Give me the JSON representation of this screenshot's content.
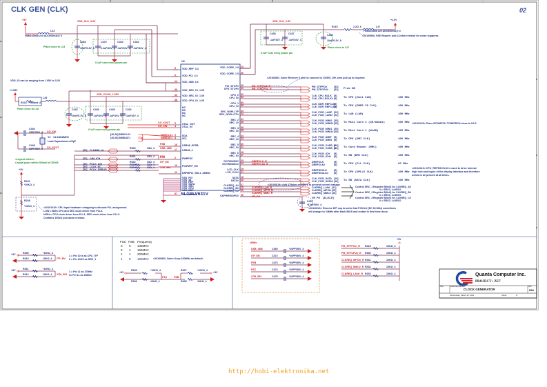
{
  "sheet": {
    "title": "CLK GEN (CLK)",
    "page_number": "02",
    "watermark_url": "http://hobi-elektronika.net"
  },
  "chip": {
    "ref": "U5",
    "part": "SLG8LV631V",
    "left_pins": [
      {
        "num": "5",
        "name": "VDD_REF_3.3"
      },
      {
        "num": "6",
        "name": "VDD_PCI_3.3"
      },
      {
        "num": "14",
        "name": "VDD_48M_3.3"
      },
      {
        "num": "36",
        "name": "VDD_SRC_IO_1.05"
      },
      {
        "num": "30",
        "name": "VDD_SRC_IO_1.05"
      },
      {
        "num": "48",
        "name": "VDD_CPU_IO_1.05"
      },
      {
        "num": "",
        "name": "NC"
      },
      {
        "num": "",
        "name": "NC"
      },
      {
        "num": "",
        "name": "NC"
      },
      {
        "num": "",
        "name": "NC"
      },
      {
        "num": "3",
        "name": "XTAL_OUT"
      },
      {
        "num": "4",
        "name": "XTAL_IN"
      },
      {
        "num": "9",
        "name": "SDA"
      },
      {
        "num": "8",
        "name": "SCL"
      },
      {
        "num": "16",
        "name": "USB48_GFSB"
      },
      {
        "num": "17",
        "name": "USB48_2"
      },
      {
        "num": "2",
        "name": "PWRFSC"
      },
      {
        "num": "10",
        "name": "PCIFMTP_EN"
      },
      {
        "num": "11",
        "name": "DRFMPCI_SEL1_25MHz"
      },
      {
        "num": "",
        "name": "VSS_PCI"
      },
      {
        "num": "",
        "name": "VSS_48"
      },
      {
        "num": "",
        "name": "VSS_REF"
      },
      {
        "num": "",
        "name": "VSS_SATA"
      },
      {
        "num": "",
        "name": "VSS_SRC"
      },
      {
        "num": "",
        "name": "VSS_CPU"
      },
      {
        "num": "",
        "name": "VSS_DSP"
      },
      {
        "num": "57",
        "name": "Thermal Pad"
      }
    ],
    "right_pins": [
      {
        "num": "23",
        "name": "VDD_CORE_1.5"
      },
      {
        "num": "46",
        "name": "VDD_CORE_1.5"
      },
      {
        "num": "39",
        "name": "PCI_STOP#"
      },
      {
        "num": "41",
        "name": "CPU_STOP#"
      },
      {
        "num": "52",
        "name": "CPU_0"
      },
      {
        "num": "53",
        "name": "CPU_0#"
      },
      {
        "num": "50",
        "name": "CPU_1"
      },
      {
        "num": "49",
        "name": "CPU_1#"
      },
      {
        "num": "43",
        "name": "SRC_NOPLLTP"
      },
      {
        "num": "44",
        "name": "SRC_NOPLLTP#"
      },
      {
        "num": "41",
        "name": "SRC_2"
      },
      {
        "num": "40",
        "name": "SRC_2#"
      },
      {
        "num": "38",
        "name": "SRC_3"
      },
      {
        "num": "35",
        "name": "SRC_3#"
      },
      {
        "num": "34",
        "name": "SRC_4"
      },
      {
        "num": "33",
        "name": "SRC_4#"
      },
      {
        "num": "30",
        "name": "SRC_5"
      },
      {
        "num": "31",
        "name": "SRC_5#"
      },
      {
        "num": "28",
        "name": "SRC_6"
      },
      {
        "num": "27",
        "name": "SRC_6#"
      },
      {
        "num": "25",
        "name": "DOT96NSSC"
      },
      {
        "num": "24",
        "name": "DOT96NSSC#"
      },
      {
        "num": "19",
        "name": "LCD_CLK"
      },
      {
        "num": "21",
        "name": "LCD_CLK#"
      },
      {
        "num": "18",
        "name": "SATA"
      },
      {
        "num": "20",
        "name": "SATA#"
      },
      {
        "num": "47",
        "name": "CLKREQ_A#"
      },
      {
        "num": "15",
        "name": "CLKREQ_B#"
      },
      {
        "num": "26",
        "name": "CLKREQ_C#"
      },
      {
        "num": "56",
        "name": "CKPWRGD/PD#"
      }
    ]
  },
  "power": {
    "top_left_rail": "+3V",
    "top_left_inductor": "L23",
    "top_left_inductor_part": "FBM160808 220 ADC600mA@ 0",
    "net_vdd_clk_3v": "VDD_CLK_3.3V",
    "net_vdd_clk_15v": "VDD_CLK_1.5V",
    "net_vdd_clkio": "VDD_CLKIO_1.05V",
    "top_right_rail": "+1.5V",
    "top_right_inductor": "L27",
    "top_right_res": "R215",
    "top_right_res_val": "2.2Ω_6",
    "mid_left_rail": "+1.05V",
    "mid_left_res": "R224",
    "mid_left_res_val": "*Shlbed_6",
    "mid_left_inductor": "L28",
    "vdd_io_note": "VDD_IO can be ranging from 1.05V to 3.3V",
    "caps_top_left": [
      {
        "ref": "C466",
        "val": "10uF/6.3V_8"
      },
      {
        "ref": "C470",
        "val": "0.1uF/16V_4"
      },
      {
        "ref": "C464",
        "val": ".1uF/16V_4"
      },
      {
        "ref": "C462",
        "val": ".1uF/16V_4"
      }
    ],
    "caps_top_mid": [
      {
        "ref": "C438",
        "val": ".1uF/16V_4"
      },
      {
        "ref": "C437",
        "val": ".1uF/16V_4"
      }
    ],
    "cap_top_right": {
      "ref": "C439",
      "val": "10uF/6.3V_8"
    },
    "caps_mid_left": [
      {
        "ref": "C433",
        "val": "10uF/6.3V_8"
      },
      {
        "ref": "C436",
        "val": ".1uF/16V_4"
      },
      {
        "ref": "C435",
        "val": ".1uF/16V_4"
      },
      {
        "ref": "C432",
        "val": ".1uF/16V_4"
      }
    ],
    "place_close_l23": "Place close to L23",
    "place_close_l27": "Place close to L27",
    "place_close_l28": "Place close to L28",
    "near_every_power_pin": "0.1uF near every power pin"
  },
  "crystal": {
    "ref": "Y2",
    "value": "14.31818MHZ",
    "note": "Load Capacitance=20pF",
    "cap_top": {
      "ref": "C446",
      "val": "33PF/50V_4"
    },
    "cap_bottom": {
      "ref": "C448",
      "val": "33PF/50V_4"
    },
    "net_in": "CG_XIN",
    "net_out": "CG_XOUT",
    "layout_note_title": "<Layout notice>",
    "layout_note": "Crystal place within 500mil of CK505"
  },
  "smbus": {
    "lines": [
      {
        "page": "[40,28]",
        "net": "SMBCLK1"
      },
      {
        "page": "[40,28]",
        "net": "SMBDAT1"
      }
    ]
  },
  "left_inputs": [
    {
      "page": "[33]",
      "net": "CLK48M_sb",
      "res": "R300",
      "val": "33Ω_4",
      "chip_net": "USB_48M"
    },
    {
      "page": "[33]",
      "net": "14M_ICH",
      "res": "R301",
      "val": "33Ω_4",
      "chip_net": "FSC"
    },
    {
      "page": "[33]",
      "net": "PCLK_ICH",
      "res": "R302",
      "val": "33Ω_4",
      "chip_net": "ITP_EN"
    },
    {
      "page": "[33]",
      "net": "LCLK_EC",
      "res": "R303",
      "val": "33Ω_4",
      "chip_net": ""
    },
    {
      "page": "[33]",
      "net": "PCLK_DEBUG",
      "res": "R304",
      "val": "33Ω_4",
      "chip_net": "27M_SEL"
    }
  ],
  "pulldown": {
    "r1": {
      "ref": "R241",
      "val": "*10KΩ_4"
    },
    "r2": {
      "ref": "R248",
      "val": "*10KΩ_4"
    },
    "note_lines": [
      "<20101010> CPU input hardware strapping to allocate PLL assignment.",
      "LOW = Both CPU and SRC clock driver from PLL3.",
      "HIGH = CPU clock driver from PLL1, SRC clock driver from PLL3.",
      "Contains 100kΩ pull-down resistor."
    ]
  },
  "outputs": [
    {
      "nets": [
        "PM_STPPCI#",
        "PM_STPCPU#"
      ],
      "pages": [
        "[33]",
        "[33]"
      ],
      "dest": "From SB",
      "freq": ""
    },
    {
      "nets": [
        "CLK_CPU_BCLK",
        "CLK_CPU_BCLK#"
      ],
      "pages": [
        "[5]",
        "[5]"
      ],
      "dest": "To CPU (Host CLK)",
      "freq": "100 MHz"
    },
    {
      "nets": [
        "CLK_DDR_REFCLK",
        "CLK_DDR_REFCLK#"
      ],
      "pages": [
        "[5]",
        "[5]"
      ],
      "dest": "To CPU (DDR3 IO CLK)",
      "freq": "100 MHz"
    },
    {
      "nets": [
        "CLK_PCIE_LANP",
        "CLK_PCIE_LANN"
      ],
      "pages": [
        "[22]",
        "[22]"
      ],
      "dest": "To LAN (LAN)",
      "freq": "100 MHz"
    },
    {
      "nets": [
        "CLK_PCIE_MINI2",
        "CLK_PCIE_MINI2#"
      ],
      "pages": [
        "[25]",
        "[25]"
      ],
      "dest": "To Mini Card 2 (3G/Wimax)",
      "freq": "100 MHz"
    },
    {
      "nets": [
        "CLK_PCIE_MINI1",
        "CLK_PCIE_MINI1#"
      ],
      "pages": [
        "[25]",
        "[25]"
      ],
      "dest": "To Mini Card 1 (WLAN)",
      "freq": "100 MHz"
    },
    {
      "nets": [
        "CLK_PCIE_DMIP",
        "CLK_PCIE_DMIN"
      ],
      "pages": [
        "[5]",
        "[5]"
      ],
      "dest": "To CPU (DMI CLK)",
      "freq": "100 MHz"
    },
    {
      "nets": [
        "CLK_PCIE_CARD_P",
        "CLK_PCIE_CARD_N"
      ],
      "pages": [
        "[26]",
        "[26]"
      ],
      "dest": "To Card Reader (MMC)",
      "freq": "100 MHz"
    },
    {
      "nets": [
        "CLK_PCIE_ICH",
        "CLK_PCIE_ICH#"
      ],
      "pages": [
        "[5]",
        "[5]"
      ],
      "dest": "To SB (DMI CLK)",
      "freq": "100 MHz"
    },
    {
      "nets": [
        "DREFCLK",
        "DREFCLK#"
      ],
      "pages": [
        "[5]",
        "[5]"
      ],
      "dest": "To CPU (PLL CLK)",
      "freq": "96 MHz"
    },
    {
      "nets": [
        "DREFSSCLK",
        "DREFSSCLK#"
      ],
      "pages": [
        "[5]",
        "[5]"
      ],
      "dest": "To CPU (DPLLS CLK)",
      "freq": "100 MHz"
    },
    {
      "nets": [
        "CLK_PCIE_SATA",
        "CLK_PCIE_SATA#"
      ],
      "pages": [
        "[10]",
        "[10]"
      ],
      "dest": "To SB (SATA CLK)",
      "freq": "100 MHz"
    }
  ],
  "clkreq": {
    "nets": [
      {
        "net": "CLKREQ_LAN#",
        "page": "[22]"
      },
      {
        "net": "CLKREQ_MPCI#",
        "page": "[25]"
      },
      {
        "net": "CLKREQ_MMC#",
        "page": "[26]"
      }
    ],
    "pwrgd": {
      "net": "VR_PG",
      "page": "[33,40,37]"
    },
    "note_resistors": "<20100819> Add 475ohm resistors to prevent current leakage",
    "controls": [
      {
        "label": "Control SRC_1",
        "desc": "Register B(0x0) for CLKREQ_A#",
        "sub": "0 = SRC0, 1=SRC0"
      },
      {
        "label": "Control SRC_2",
        "desc": "Register B(0x0) for CLKREQ_B#",
        "sub": "0 = SRC0, 1=SRC0"
      },
      {
        "label": "Control SRC_4",
        "desc": "Register B(0x0) for CLKREQ_C#",
        "sub": "0 = SRC0, 1=SRC0"
      }
    ],
    "cap": {
      "ref": "C457",
      "val": "*47pF/50V_4"
    },
    "cap_note": [
      "<20110221> Reserve E/P cap to solve that PCICLK (EC 33 MHz) sometimes",
      "will change to 24MHz after flash BIOS and restart in field time issue."
    ]
  },
  "notes": {
    "pci_stop_note": "<20100803_Sam> Reserve 0 ohm to connect to CK505, 10K ohm pull up is required.",
    "l27_note": "<20100908_FAE Report> Add 2.2ohm resistor for noise suppress",
    "mini_note": "<20101129> Place RC0887CH TCNEFRCH close to U3 3",
    "dplls_note": [
      "<20110110> CPU_REFSSCCLK is used to drive internal",
      "high lock and logics of the display interface and therefore",
      "needs to be present at all times."
    ]
  },
  "freq_table": {
    "headers": [
      "FSC",
      "FSB",
      "Frequency"
    ],
    "rows": [
      [
        "0",
        "0",
        "133MHz"
      ],
      [
        "0",
        "1",
        "166MHz"
      ],
      [
        "1",
        "1",
        "200MHz"
      ],
      [
        "1",
        "0",
        "100MHz"
      ]
    ],
    "row_note": "<20100830_Sam> Keep 100MHz as default.",
    "straps": [
      {
        "rail": "+3V",
        "r_top": "R305",
        "v_top": "*10KΩ_4",
        "r_bot": "R306",
        "v_bot": "10KΩ_4",
        "net": "FSC"
      },
      {
        "rail": "+3V",
        "r_top": "R307",
        "v_top": "*10KΩ_4",
        "r_bot": "R308",
        "v_bot": "10KΩ_4",
        "net": "FSB"
      }
    ]
  },
  "left_straps": [
    {
      "rail": "+3V",
      "r_top": "R309",
      "v_top": "*10KΩ_4",
      "r_bot": "R310",
      "v_bot": "10KΩ_4",
      "net": "ITP_EN",
      "note": [
        "1 = Pin 10 is as CPU_ITP",
        "0 = Pin 10/20 as SRC_1"
      ]
    },
    {
      "rail": "+3V",
      "r_top": "R311",
      "v_top": "*10KΩ_4",
      "r_bot": "R312",
      "v_bot": "10KΩ_4",
      "net": "27M_SEL",
      "note": [
        "1 = Pin 11 as 27MHz",
        "0= Pin 11 as 25MHz"
      ]
    }
  ],
  "emi_caps": {
    "label": "<EMI>",
    "rows": [
      {
        "net": "USB_48M",
        "ref": "C469",
        "val": "*10PF/50V_4"
      },
      {
        "net": "ITP_EN",
        "ref": "C472",
        "val": "*10PF/50V_4"
      },
      {
        "net": "FSB",
        "ref": "C473",
        "val": "*10PF/50V_4"
      },
      {
        "net": "FSC",
        "ref": "C474",
        "val": "*10PF/50V_4"
      },
      {
        "net": "27M_SEL",
        "ref": "C475",
        "val": "*10PF/50V_4"
      }
    ]
  },
  "pullups": {
    "rail": "+3V",
    "rows": [
      {
        "net": "PM_STPPCI#_R",
        "ref": "R329",
        "val": "10KΩ_4"
      },
      {
        "net": "PM_STPCPU#_R",
        "ref": "R330",
        "val": "10KΩ_4"
      },
      {
        "net": "CLKREQ_MPCI#_R",
        "ref": "R331",
        "val": "10KΩ_4"
      },
      {
        "net": "CLKREQ_MMC#_R",
        "ref": "R332",
        "val": "10KΩ_4"
      },
      {
        "net": "CLKREQ_LAN#_R",
        "ref": "R333",
        "val": "10KΩ_4"
      }
    ]
  },
  "title_block": {
    "company": "Quanta Computer Inc.",
    "project": "PROJECT : ZE7",
    "sheet_title": "CLOCK GENERATOR",
    "date": "Wednesday, March 23, 2011",
    "size_label": "Size",
    "doc_label": "Document Number",
    "rev_label": "Rev",
    "rev": "D3A",
    "sheet_label": "Sheet",
    "of_label": "of",
    "colors": {
      "logo_blue": "#1f4a9e",
      "logo_red": "#d8282f"
    }
  }
}
